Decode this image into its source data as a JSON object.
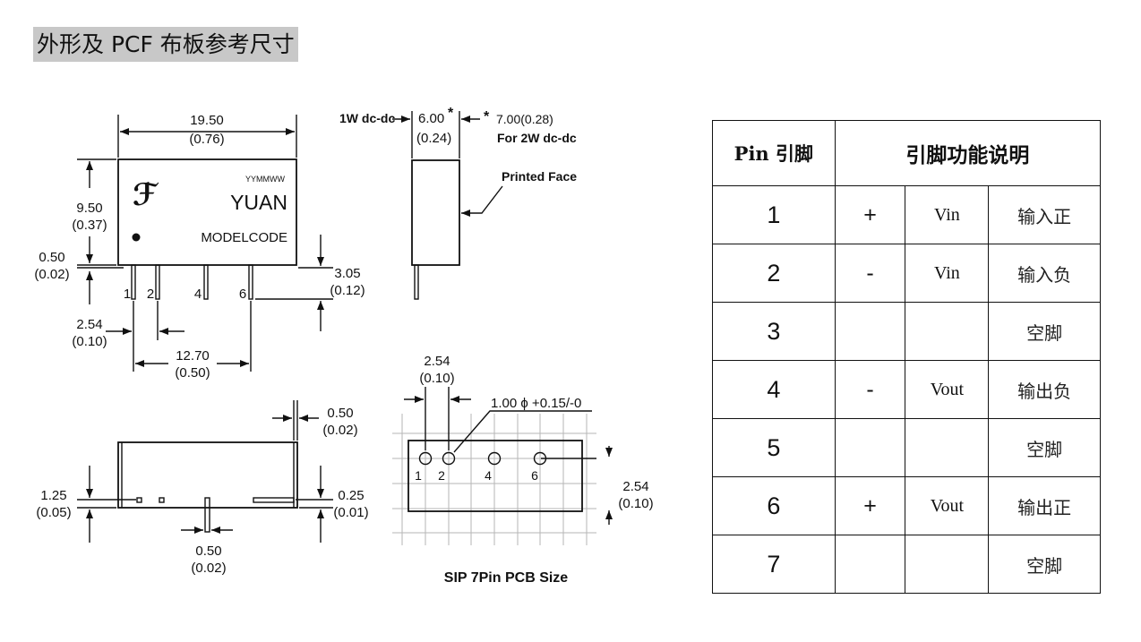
{
  "title": "外形及 PCF 布板参考尺寸",
  "front_view": {
    "width_mm": "19.50",
    "width_in": "(0.76)",
    "height_mm": "9.50",
    "height_in": "(0.37)",
    "standoff_mm": "0.50",
    "standoff_in": "(0.02)",
    "pin_len_mm": "3.05",
    "pin_len_in": "(0.12)",
    "pitch_mm": "2.54",
    "pitch_in": "(0.10)",
    "span_mm": "12.70",
    "span_in": "(0.50)",
    "date_code": "YYMMWW",
    "brand": "YUAN",
    "model": "MODELCODE",
    "logo": "ℱ",
    "pin_labels": [
      "1",
      "2",
      "4",
      "6"
    ]
  },
  "side_view": {
    "label_1w": "1W dc-dc",
    "thick_mm": "6.00",
    "thick_in": "(0.24)",
    "star": "*",
    "alt_thick": "7.00(0.28)",
    "alt_note": "For 2W dc-dc",
    "printed_face": "Printed Face"
  },
  "bottom_view": {
    "top_mm": "0.50",
    "top_in": "(0.02)",
    "left_mm": "1.25",
    "left_in": "(0.05)",
    "right_mm": "0.25",
    "right_in": "(0.01)",
    "pin_w_mm": "0.50",
    "pin_w_in": "(0.02)"
  },
  "pcb_view": {
    "pitch_mm": "2.54",
    "pitch_in": "(0.10)",
    "hole": "1.00 ϕ +0.15/-0",
    "row_mm": "2.54",
    "row_in": "(0.10)",
    "pin_labels": [
      "1",
      "2",
      "4",
      "6"
    ],
    "caption": "SIP 7Pin  PCB Size"
  },
  "pin_table": {
    "header_pin": "Pin 引脚",
    "header_func": "引脚功能说明",
    "rows": [
      {
        "pin": "1",
        "sign": "+",
        "name": "Vin",
        "desc": "输入正"
      },
      {
        "pin": "2",
        "sign": "-",
        "name": "Vin",
        "desc": "输入负"
      },
      {
        "pin": "3",
        "sign": "",
        "name": "",
        "desc": "空脚"
      },
      {
        "pin": "4",
        "sign": "-",
        "name": "Vout",
        "desc": "输出负"
      },
      {
        "pin": "5",
        "sign": "",
        "name": "",
        "desc": "空脚"
      },
      {
        "pin": "6",
        "sign": "+",
        "name": "Vout",
        "desc": "输出正"
      },
      {
        "pin": "7",
        "sign": "",
        "name": "",
        "desc": "空脚"
      }
    ]
  }
}
